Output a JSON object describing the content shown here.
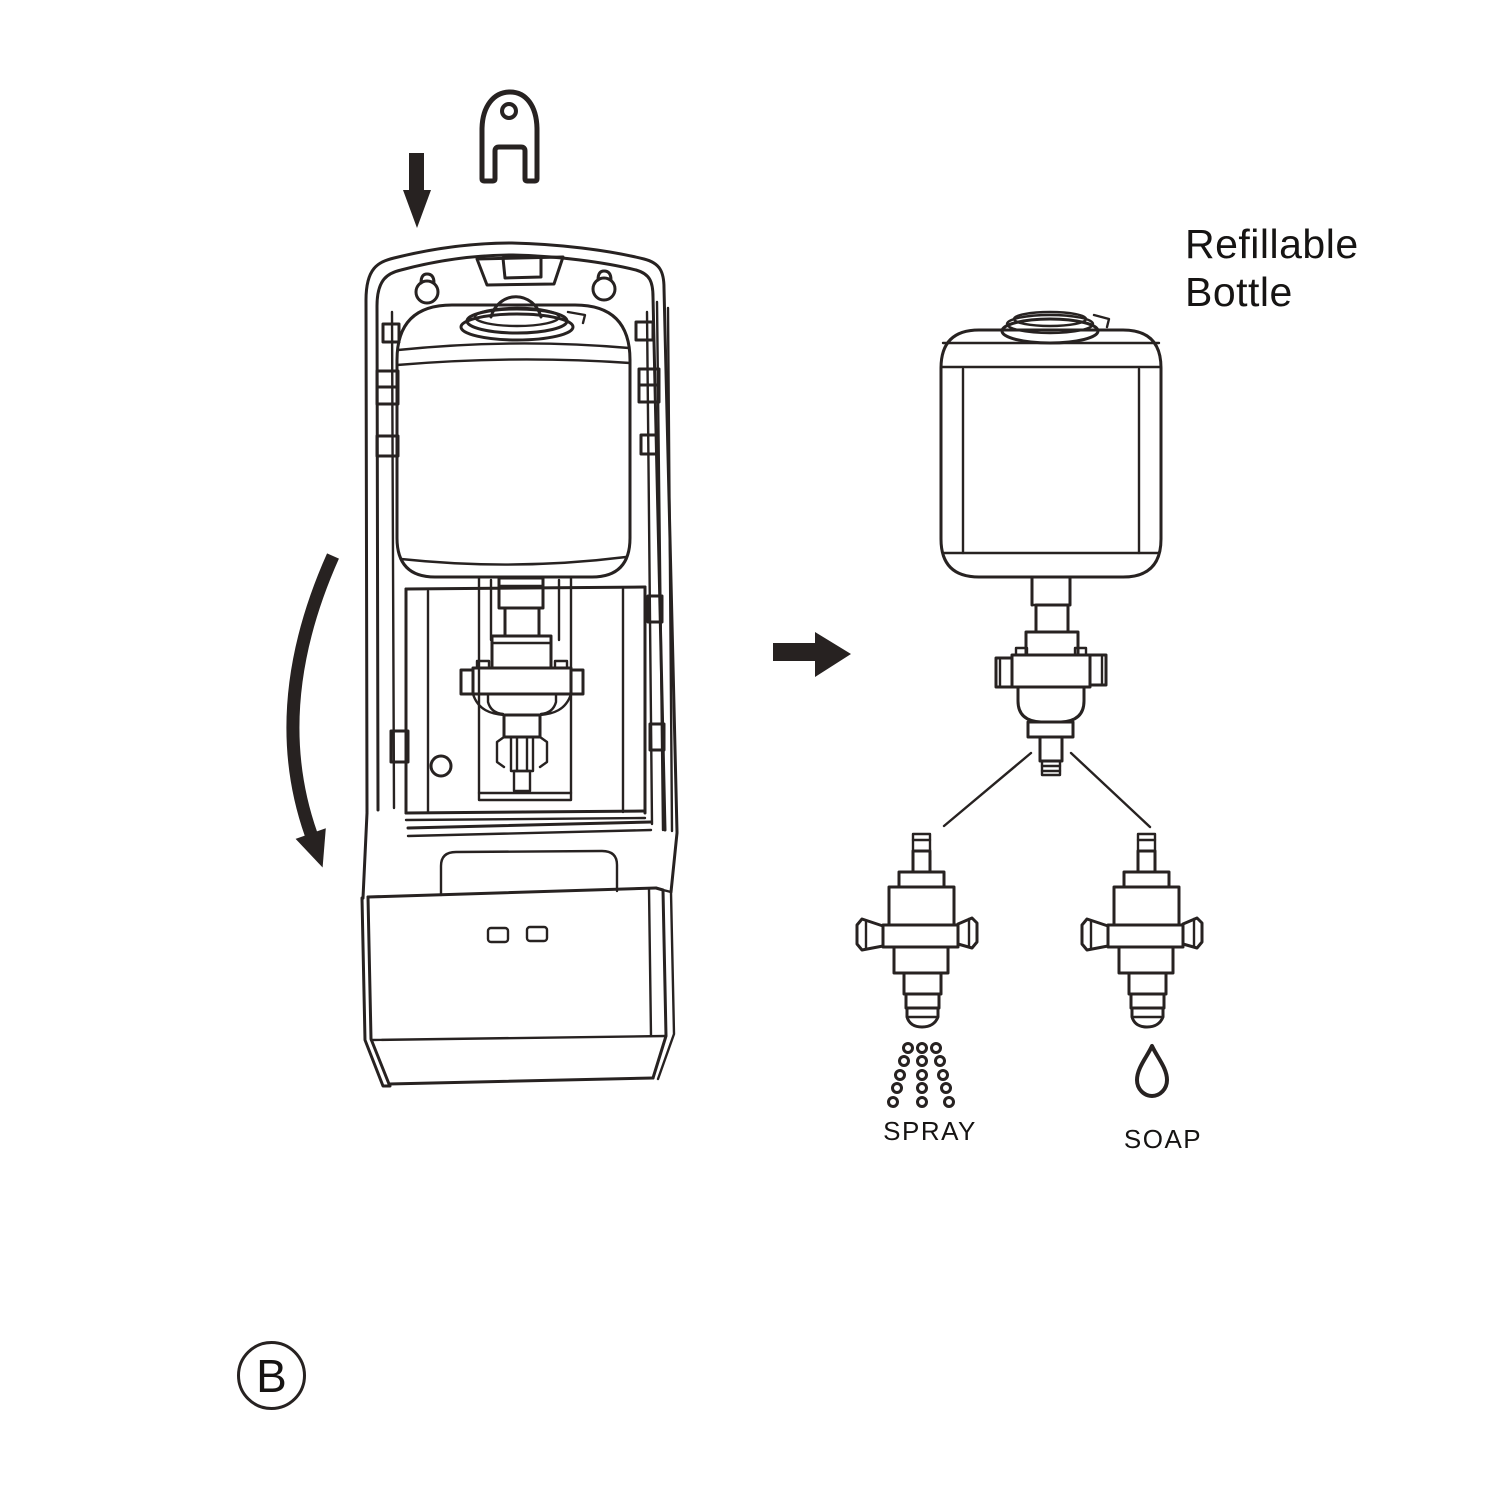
{
  "colors": {
    "line": "#272221",
    "background": "#ffffff"
  },
  "diagram": {
    "step_label": "B",
    "left_group": {
      "description_icons": [
        {
          "name": "down-arrow-icon"
        },
        {
          "name": "rotate-arrow-icon"
        }
      ]
    },
    "transfer_icon": {
      "name": "right-arrow-icon"
    },
    "right_group": {
      "bottle_label": "Refillable Bottle",
      "options": [
        {
          "label": "SPRAY",
          "icon": "spray-dots-icon"
        },
        {
          "label": "SOAP",
          "icon": "droplet-icon"
        }
      ]
    }
  }
}
